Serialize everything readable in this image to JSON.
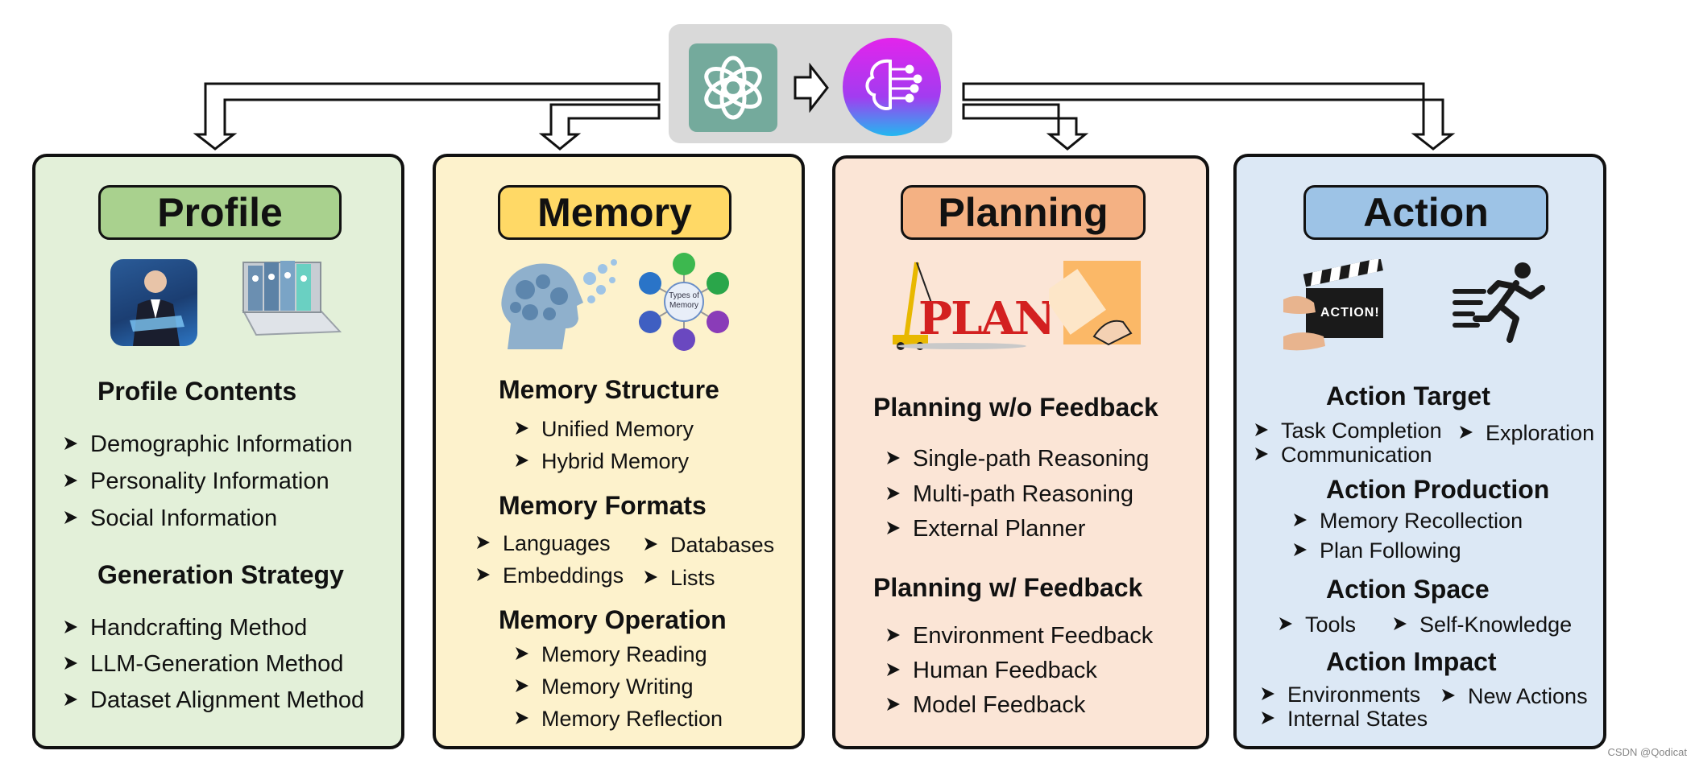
{
  "colors": {
    "profile_fill": "#e3f0d9",
    "profile_pill": "#a9d18e",
    "memory_fill": "#fdf2cc",
    "memory_pill": "#ffd966",
    "planning_fill": "#fbe5d6",
    "planning_pill": "#f4b183",
    "action_fill": "#dce8f5",
    "action_pill": "#9dc3e6",
    "header_bg": "#d9d9d9",
    "openai_green": "#74aa9c"
  },
  "header": {
    "openai_icon": "openai-logo-icon",
    "arrow_icon": "outline-right-arrow-icon",
    "brain_icon": "ai-brain-circuit-icon"
  },
  "profile": {
    "title": "Profile",
    "sections": [
      {
        "heading": "Profile Contents",
        "items": [
          "Demographic  Information",
          "Personality Information",
          "Social Information"
        ]
      },
      {
        "heading": "Generation Strategy",
        "items": [
          "Handcrafting Method",
          "LLM-Generation Method",
          "Dataset  Alignment Method"
        ]
      }
    ],
    "icons": [
      "businessman-tablet-icon",
      "laptop-binders-icon"
    ]
  },
  "memory": {
    "title": "Memory",
    "sections": [
      {
        "heading": "Memory Structure",
        "items": [
          "Unified Memory",
          "Hybrid Memory"
        ]
      },
      {
        "heading": "Memory Formats",
        "items": [
          "Languages",
          "Databases",
          "Embeddings",
          "Lists"
        ]
      },
      {
        "heading": "Memory Operation",
        "items": [
          "Memory Reading",
          "Memory Writing",
          "Memory Reflection"
        ]
      }
    ],
    "icons": [
      "gear-head-icon",
      "types-of-memory-diagram-icon"
    ],
    "diagram_center_label": "Types of Memory"
  },
  "planning": {
    "title": "Planning",
    "sections": [
      {
        "heading": "Planning w/o Feedback",
        "items": [
          "Single-path Reasoning",
          "Multi-path Reasoning",
          "External Planner"
        ]
      },
      {
        "heading": "Planning w/ Feedback",
        "items": [
          "Environment Feedback",
          "Human Feedback",
          "Model Feedback"
        ]
      }
    ],
    "icons": [
      "crane-plan-icon",
      "paper-hand-icon"
    ],
    "plan_word": "PLAN"
  },
  "action": {
    "title": "Action",
    "sections": [
      {
        "heading": "Action Target",
        "items": [
          "Task Completion",
          "Exploration",
          "Communication"
        ]
      },
      {
        "heading": "Action Production",
        "items": [
          "Memory Recollection",
          "Plan Following"
        ]
      },
      {
        "heading": "Action Space",
        "items": [
          "Tools",
          "Self-Knowledge"
        ]
      },
      {
        "heading": "Action Impact",
        "items": [
          "Environments",
          "New Actions",
          "Internal States"
        ]
      }
    ],
    "icons": [
      "clapperboard-icon",
      "running-person-icon"
    ],
    "clapper_text": "ACTION!"
  },
  "watermark": "CSDN @Qodicat"
}
